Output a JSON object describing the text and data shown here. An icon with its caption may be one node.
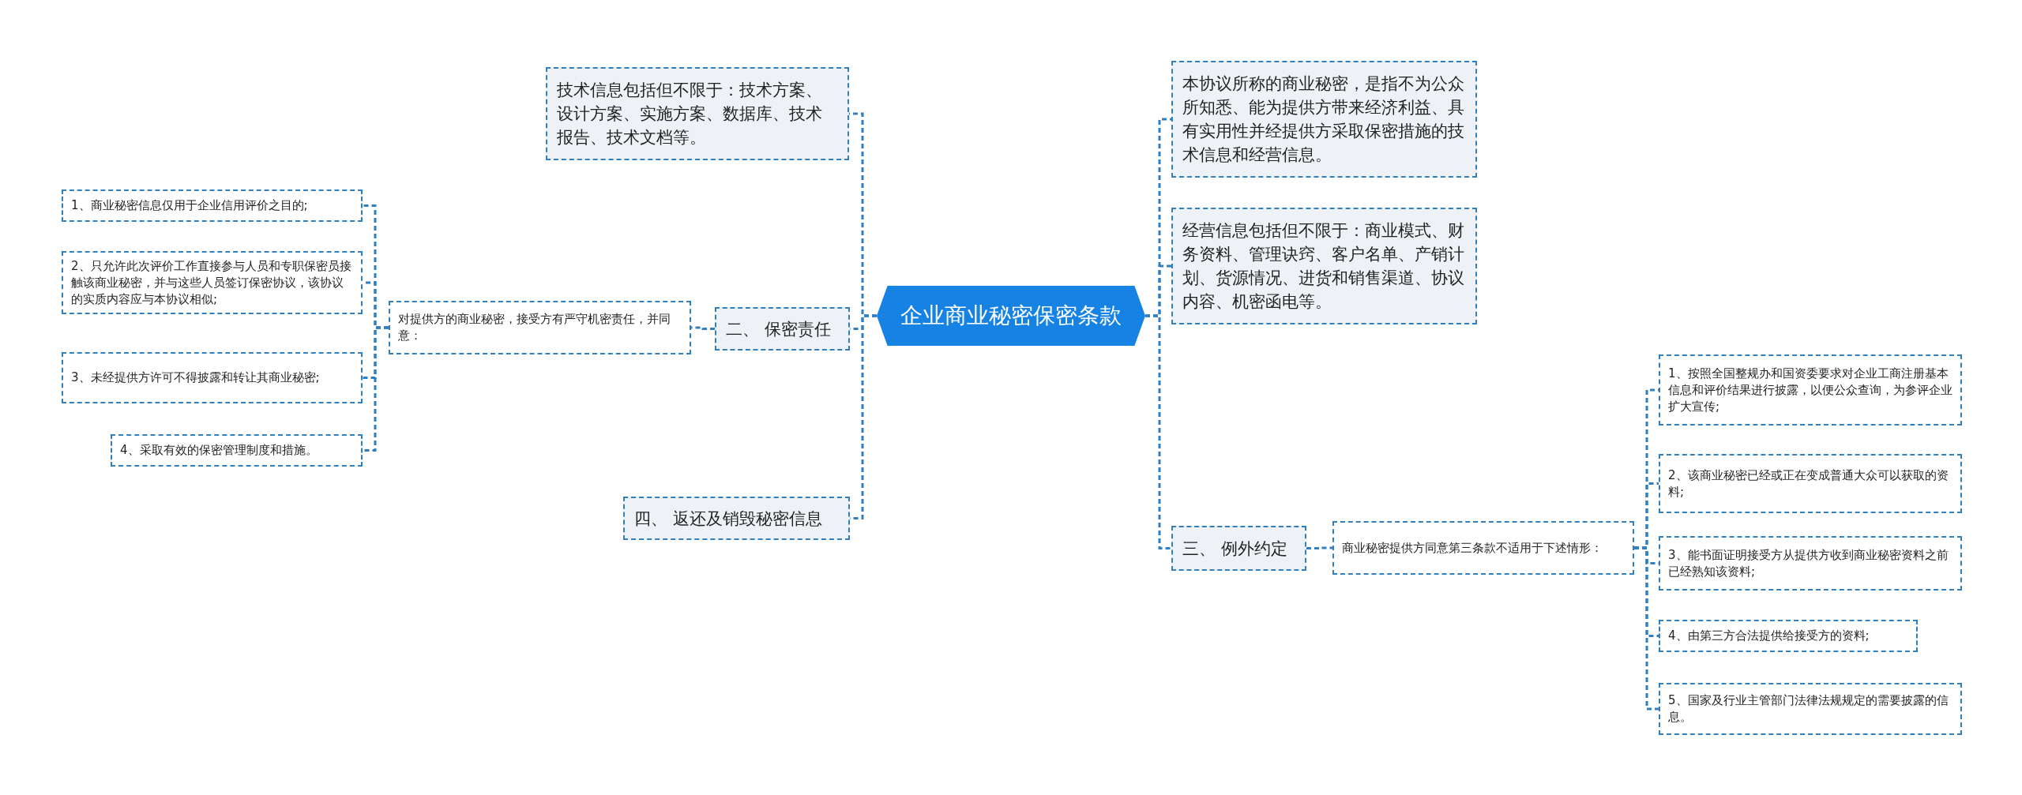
{
  "diagram": {
    "nodes": [
      {
        "text": [
          "企业商业秘密保密条款"
        ]
      },
      {
        "text": [
          "技术信息包括但不限于：技术方案、设计方案、实施方案、数据库、技术报告、技术文档等。"
        ]
      },
      {
        "text": [
          "二、 保密责任"
        ]
      },
      {
        "text": [
          "对提供方的商业秘密，接受方有严守机密责任，并同意："
        ]
      },
      {
        "text": [
          "1、商业秘密信息仅用于企业信用评价之目的;"
        ]
      },
      {
        "text": [
          "2、只允许此次评价工作直接参与人员和专职保密员接触该商业秘密，并与这些人员签订保密协议，该协议的实质内容应与本协议相似;"
        ]
      },
      {
        "text": [
          "3、未经提供方许可不得披露和转让其商业秘密;"
        ]
      },
      {
        "text": [
          "4、采取有效的保密管理制度和措施。"
        ]
      },
      {
        "text": [
          "四、 返还及销毁秘密信息"
        ]
      },
      {
        "text": [
          "本协议所称的商业秘密，是指不为公众所知悉、能为提供方带来经济利益、具有实用性并经提供方采取保密措施的技术信息和经营信息。"
        ]
      },
      {
        "text": [
          "经营信息包括但不限于：商业模式、财务资料、管理诀窍、客户名单、产销计划、货源情况、进货和销售渠道、协议内容、机密函电等。"
        ]
      },
      {
        "text": [
          "三、 例外约定"
        ]
      },
      {
        "text": [
          "商业秘密提供方同意第三条款不适用于下述情形："
        ]
      },
      {
        "text": [
          "1、按照全国整规办和国资委要求对企业工商注册基本信息和评价结果进行披露，以便公众查询，为参评企业扩大宣传;"
        ]
      },
      {
        "text": [
          "2、该商业秘密已经或正在变成普通大众可以获取的资料;"
        ]
      },
      {
        "text": [
          "3、能书面证明接受方从提供方收到商业秘密资料之前已经熟知该资料;"
        ]
      },
      {
        "text": [
          "4、由第三方合法提供给接受方的资料;"
        ]
      },
      {
        "text": [
          "5、国家及行业主管部门法律法规规定的需要披露的信息。"
        ]
      }
    ],
    "edges": [
      {
        "from": 0,
        "to": 1,
        "arrow": "none"
      },
      {
        "from": 0,
        "to": 2,
        "arrow": "none"
      },
      {
        "from": 0,
        "to": 8,
        "arrow": "none"
      },
      {
        "from": 2,
        "to": 3,
        "arrow": "none"
      },
      {
        "from": 3,
        "to": 4,
        "arrow": "none"
      },
      {
        "from": 3,
        "to": 5,
        "arrow": "none"
      },
      {
        "from": 3,
        "to": 6,
        "arrow": "none"
      },
      {
        "from": 3,
        "to": 7,
        "arrow": "none"
      },
      {
        "from": 0,
        "to": 9,
        "arrow": "none"
      },
      {
        "from": 0,
        "to": 10,
        "arrow": "none"
      },
      {
        "from": 0,
        "to": 11,
        "arrow": "none"
      },
      {
        "from": 11,
        "to": 12,
        "arrow": "none"
      },
      {
        "from": 12,
        "to": 13,
        "arrow": "none"
      },
      {
        "from": 12,
        "to": 14,
        "arrow": "none"
      },
      {
        "from": 12,
        "to": 15,
        "arrow": "none"
      },
      {
        "from": 12,
        "to": 16,
        "arrow": "none"
      },
      {
        "from": 12,
        "to": 17,
        "arrow": "none"
      }
    ]
  }
}
